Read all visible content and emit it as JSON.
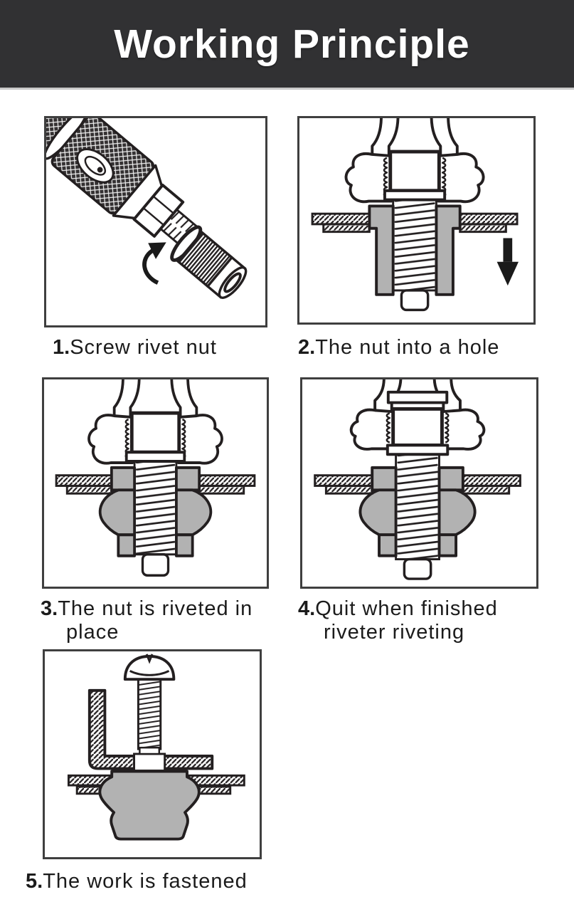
{
  "header": {
    "title": "Working Principle"
  },
  "steps": [
    {
      "number": "1.",
      "lines": [
        "Screw rivet nut"
      ]
    },
    {
      "number": "2.",
      "lines": [
        "The nut into a hole"
      ]
    },
    {
      "number": "3.",
      "lines": [
        "The nut is riveted in",
        "place"
      ]
    },
    {
      "number": "4.",
      "lines": [
        "Quit when finished",
        "riveter riveting"
      ]
    },
    {
      "number": "5.",
      "lines": [
        "The work is fastened"
      ]
    }
  ],
  "icons": {
    "down_arrow": "down-arrow-icon",
    "rotation_arrow": "rotation-arrow-icon"
  },
  "colors": {
    "header_bg": "#313133",
    "header_text": "#ffffff",
    "line": "#231f20",
    "nut_gray": "#b2b2b2",
    "page_bg": "#ffffff",
    "panel_border": "#3f3f3f",
    "caption_text": "#1b1b1b"
  }
}
